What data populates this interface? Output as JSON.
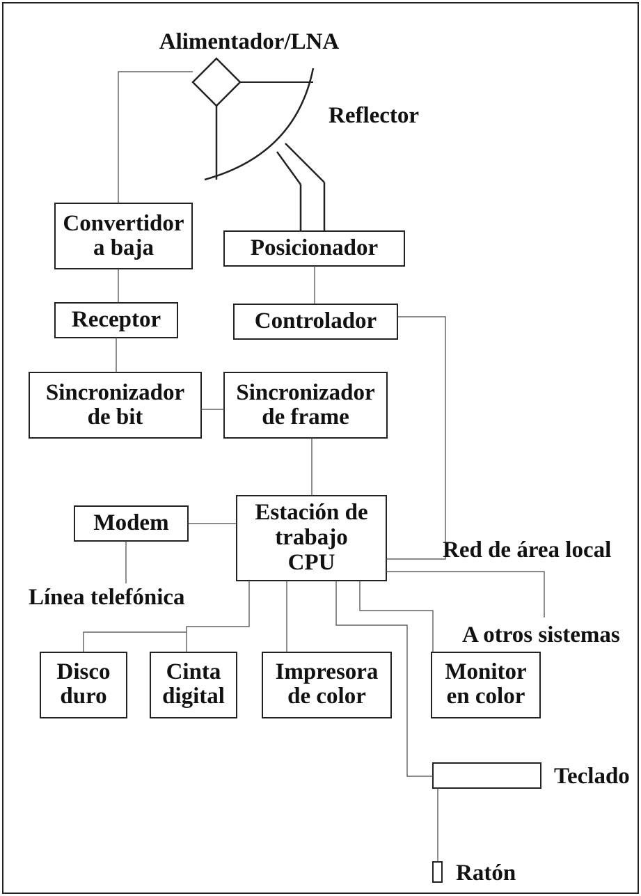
{
  "labels": {
    "feed": "Alimentador/LNA",
    "reflector": "Reflector",
    "downconverter_1": "Convertidor",
    "downconverter_2": "a baja",
    "positioner": "Posicionador",
    "receiver": "Receptor",
    "controller": "Controlador",
    "bit_sync_1": "Sincronizador",
    "bit_sync_2": "de bit",
    "frame_sync_1": "Sincronizador",
    "frame_sync_2": "de frame",
    "modem": "Modem",
    "workstation_1": "Estación de",
    "workstation_2": "trabajo",
    "workstation_3": "CPU",
    "lan": "Red de área local",
    "phone_line": "Línea telefónica",
    "other_systems": "A otros sistemas",
    "hard_disk_1": "Disco",
    "hard_disk_2": "duro",
    "digital_tape_1": "Cinta",
    "digital_tape_2": "digital",
    "color_printer_1": "Impresora",
    "color_printer_2": "de color",
    "color_monitor_1": "Monitor",
    "color_monitor_2": "en color",
    "keyboard": "Teclado",
    "mouse": "Ratón"
  }
}
